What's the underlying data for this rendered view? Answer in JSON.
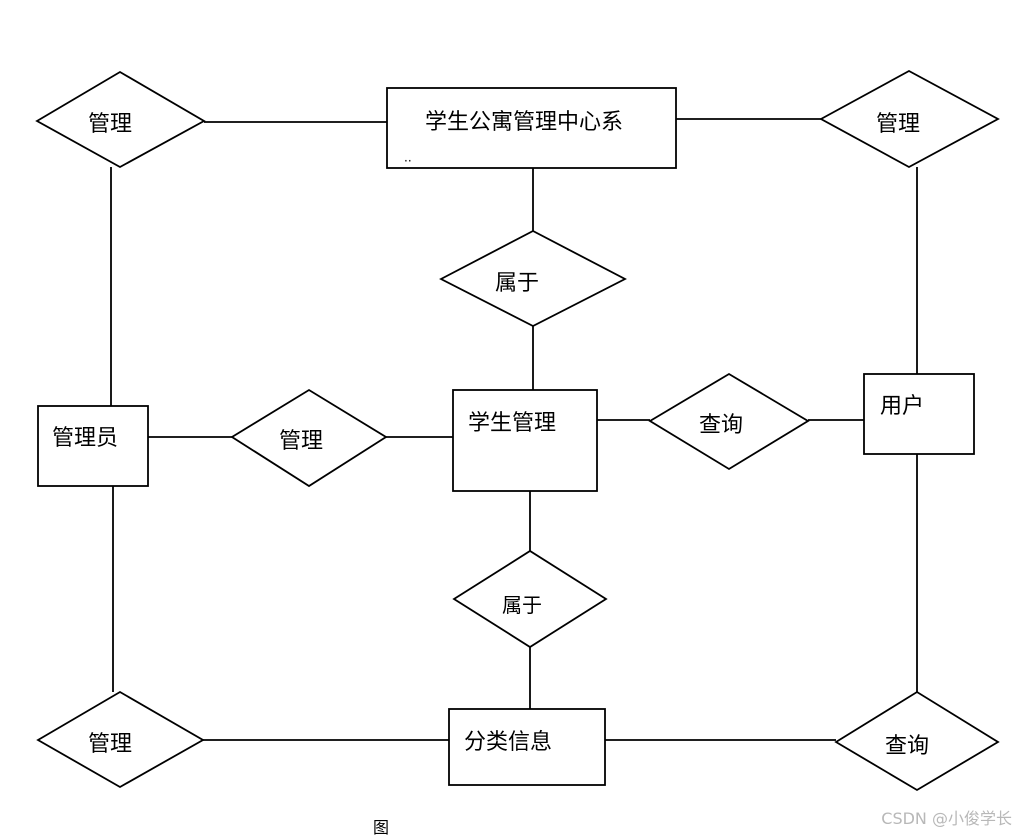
{
  "entities": {
    "system": "学生公寓管理中心系",
    "system_overflow": "··",
    "student_mgmt": "学生管理",
    "admin": "管理员",
    "user": "用户",
    "category": "分类信息"
  },
  "relations": {
    "manage_top_left": "管理",
    "manage_top_right": "管理",
    "belongs_top": "属于",
    "manage_middle": "管理",
    "query_middle": "查询",
    "belongs_bottom": "属于",
    "manage_bottom_left": "管理",
    "query_bottom_right": "查询"
  },
  "caption": "图",
  "watermark": "CSDN @小俊学长"
}
